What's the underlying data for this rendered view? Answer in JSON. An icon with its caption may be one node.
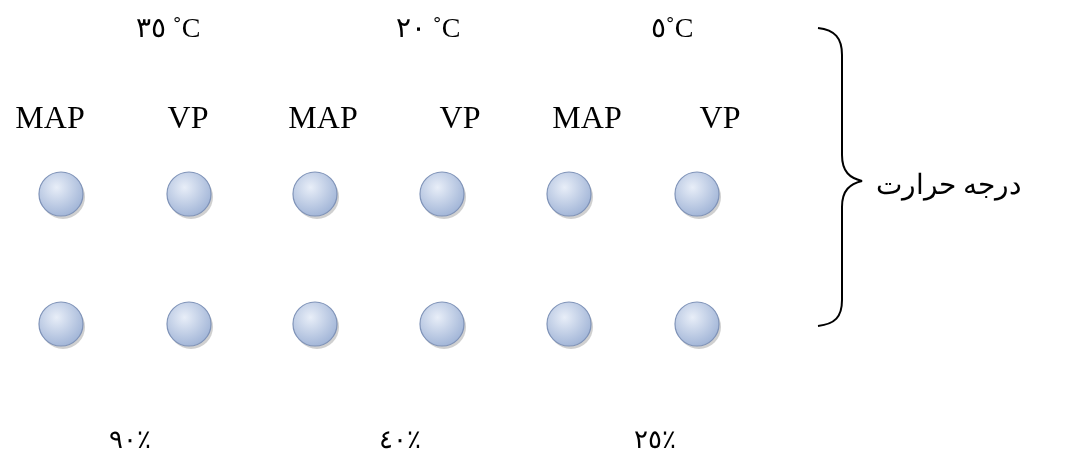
{
  "diagram": {
    "nodes": [
      {
        "text": [],
        "shape": "circle"
      },
      {
        "text": [],
        "shape": "circle"
      },
      {
        "text": [],
        "shape": "circle"
      },
      {
        "text": [],
        "shape": "circle"
      },
      {
        "text": [],
        "shape": "circle"
      },
      {
        "text": [],
        "shape": "circle"
      },
      {
        "text": [],
        "shape": "circle"
      },
      {
        "text": [],
        "shape": "circle"
      },
      {
        "text": [],
        "shape": "circle"
      },
      {
        "text": [],
        "shape": "circle"
      },
      {
        "text": [],
        "shape": "circle"
      },
      {
        "text": [],
        "shape": "circle"
      }
    ],
    "edges": [],
    "labels": [
      "٣٥ ˚C",
      "٢٠ ˚C",
      "٥˚C",
      "MAP",
      "VP",
      "MAP",
      "VP",
      "MAP",
      "VP",
      "درجه حرارت",
      "٩٠٪",
      "٤٠٪",
      "٢٥٪"
    ]
  }
}
